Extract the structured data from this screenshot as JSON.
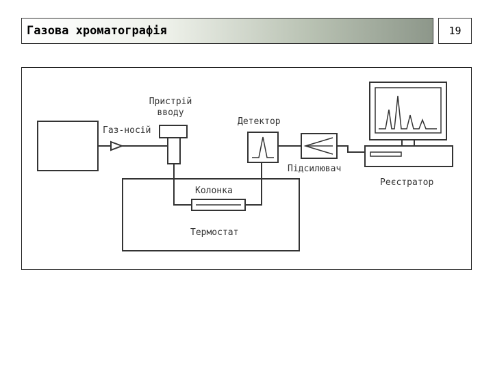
{
  "slide": {
    "title": "Газова хроматографія",
    "page_number": "19"
  },
  "diagram": {
    "labels": {
      "carrier_gas": "Газ-носій",
      "injector_line1": "Пристрій",
      "injector_line2": "вводу",
      "detector": "Детектор",
      "amplifier": "Підсилювач",
      "recorder": "Реєстратор",
      "column": "Колонка",
      "thermostat": "Термостат"
    }
  }
}
